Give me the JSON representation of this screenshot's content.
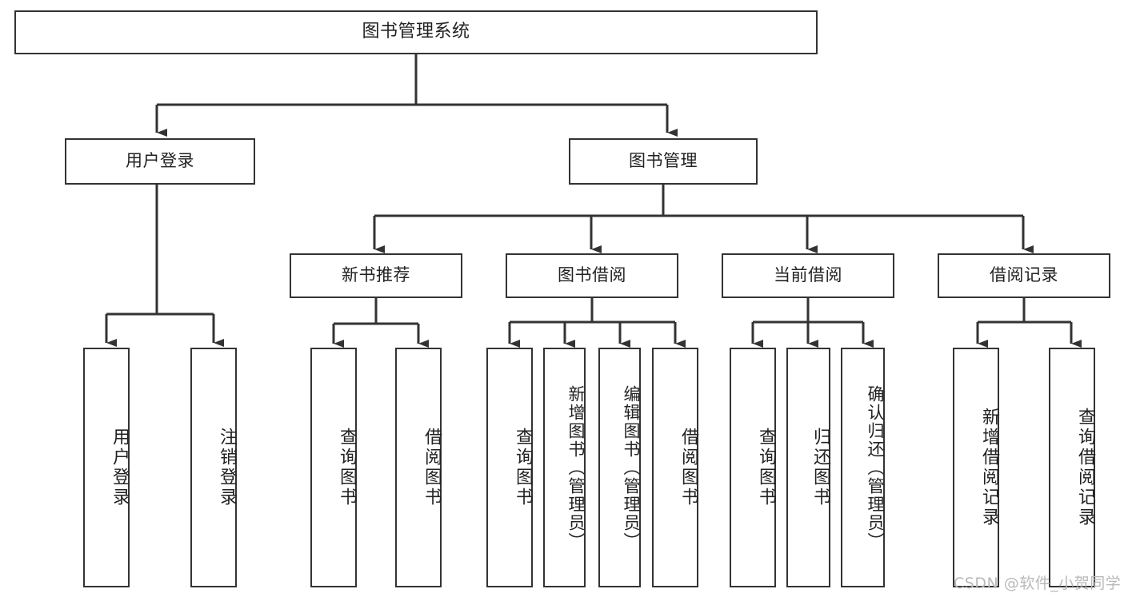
{
  "diagram": {
    "title": "图书管理系统",
    "type": "tree-hierarchy",
    "root": {
      "label": "图书管理系统"
    },
    "level2": [
      {
        "label": "用户登录"
      },
      {
        "label": "图书管理"
      }
    ],
    "level3": [
      {
        "label": "新书推荐"
      },
      {
        "label": "图书借阅"
      },
      {
        "label": "当前借阅"
      },
      {
        "label": "借阅记录"
      }
    ],
    "leaves": {
      "user_login": [
        {
          "label": "用户登录"
        },
        {
          "label": "注销登录"
        }
      ],
      "new_book_recommend": [
        {
          "label": "查询图书"
        },
        {
          "label": "借阅图书"
        }
      ],
      "book_borrow": [
        {
          "label": "查询图书"
        },
        {
          "label": "新增图书（管理员）"
        },
        {
          "label": "编辑图书（管理员）"
        },
        {
          "label": "借阅图书"
        }
      ],
      "current_borrow": [
        {
          "label": "查询图书"
        },
        {
          "label": "归还图书"
        },
        {
          "label": "确认归还（管理员）"
        }
      ],
      "borrow_record": [
        {
          "label": "新增借阅记录"
        },
        {
          "label": "查询借阅记录"
        }
      ]
    }
  },
  "watermark": {
    "text": "CSDN @软件_小贺同学"
  },
  "colors": {
    "border": "#333333",
    "text": "#222222",
    "background": "#ffffff",
    "watermark": "#b9b9b9"
  }
}
